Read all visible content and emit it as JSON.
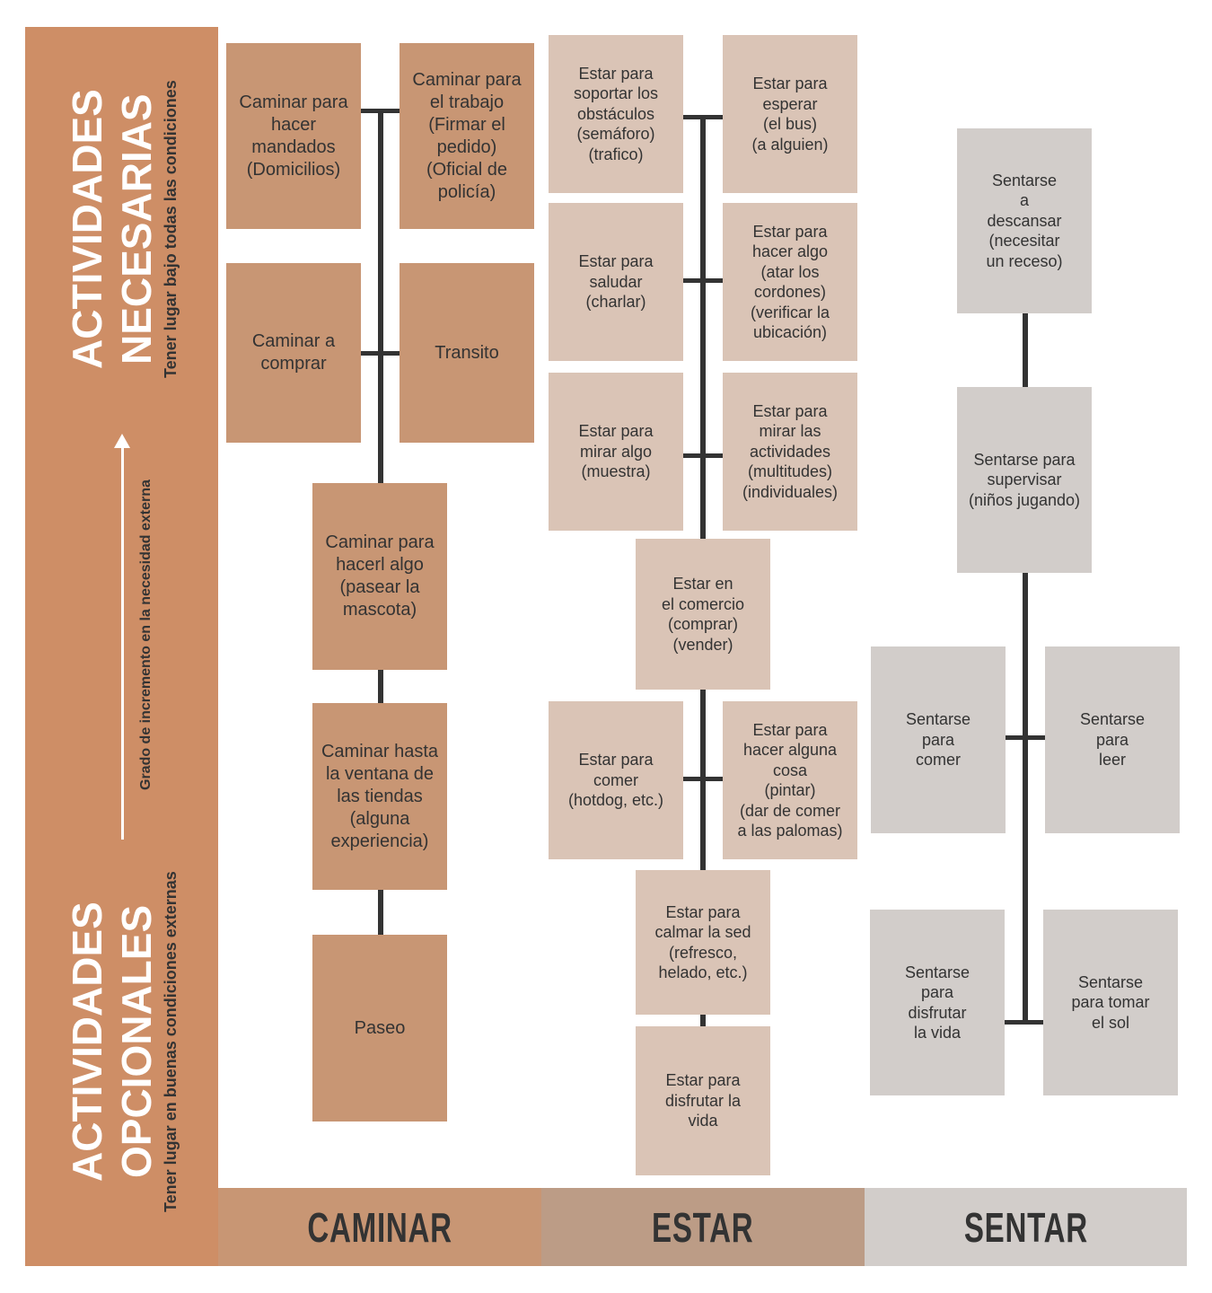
{
  "sidebar": {
    "top_title_1": "ACTIVIDADES",
    "top_title_2": "NECESARIAS",
    "top_subtitle": "Tener lugar bajo todas las condiciones",
    "axis_label": "Grado de incremento en la necesidad externa",
    "bottom_title_1": "ACTIVIDADES",
    "bottom_title_2": "OPCIONALES",
    "bottom_subtitle": "Tener lugar en buenas condiciones externas"
  },
  "columns": [
    {
      "label": "CAMINAR",
      "color": "#C89674"
    },
    {
      "label": "ESTAR",
      "color": "#BC9C86"
    },
    {
      "label": "SENTAR",
      "color": "#D2CDCA"
    }
  ],
  "caminar": [
    "Caminar para\nhacer\nmandados\n(Domicilios)",
    "Caminar para\nel trabajo\n(Firmar el\npedido)\n(Oficial de\npolicía)",
    "Caminar a\ncomprar",
    "Transito",
    "Caminar para\nhacerl algo\n(pasear la\nmascota)",
    "Caminar hasta\nla ventana de\nlas tiendas\n(alguna\nexperiencia)",
    "Paseo"
  ],
  "estar": [
    "Estar para\nsoportar los\nobstáculos\n(semáforo)\n(trafico)",
    "Estar para\nesperar\n(el bus)\n(a alguien)",
    "Estar para\nsaludar\n(charlar)",
    "Estar para\nhacer algo\n(atar los\ncordones)\n(verificar la\nubicación)",
    "Estar para\nmirar algo\n(muestra)",
    "Estar para\nmirar las\nactividades\n(multitudes)\n(individuales)",
    "Estar en\nel comercio\n(comprar)\n(vender)",
    "Estar para\ncomer\n(hotdog, etc.)",
    "Estar para\nhacer alguna\ncosa\n(pintar)\n(dar de comer\na las palomas)",
    "Estar para\ncalmar la sed\n(refresco,\nhelado, etc.)",
    "Estar para\ndisfrutar la\nvida"
  ],
  "sentar": [
    "Sentarse\na\ndescansar\n(necesitar\nun receso)",
    "Sentarse para\nsupervisar\n(niños jugando)",
    "Sentarse\npara\ncomer",
    "Sentarse\npara\nleer",
    "Sentarse\npara\ndisfrutar\nla vida",
    "Sentarse\npara tomar\nel sol"
  ]
}
